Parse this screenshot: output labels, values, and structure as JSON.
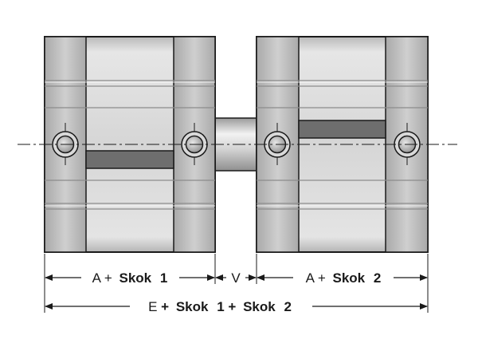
{
  "dimensions": {
    "left_cylinder": {
      "prefix": "A",
      "plus": "+",
      "label": "Skok",
      "number": "1"
    },
    "gap": {
      "label": "V"
    },
    "right_cylinder": {
      "prefix": "A",
      "plus": "+",
      "label": "Skok",
      "number": "2"
    },
    "total": {
      "prefix": "E",
      "plus1": "+",
      "label1": "Skok",
      "number1": "1",
      "plus2": "+",
      "label2": "Skok",
      "number2": "2"
    }
  },
  "colors": {
    "outline": "#1a1a1a",
    "body_light": "#e2e2e2",
    "body_mid": "#c4c4c4",
    "body_dark": "#a3a3a3",
    "slot": "#6e6e6e",
    "background": "#ffffff"
  }
}
